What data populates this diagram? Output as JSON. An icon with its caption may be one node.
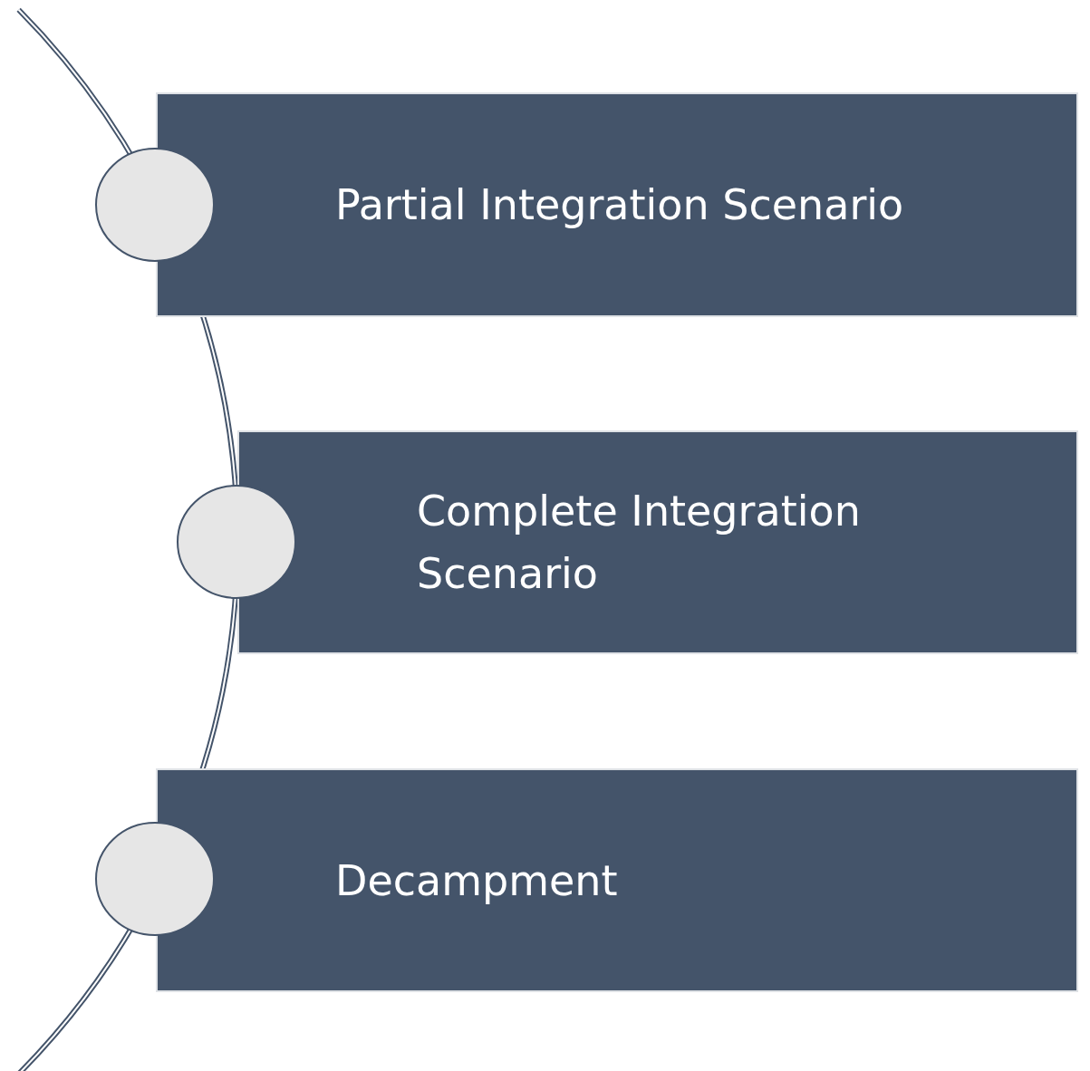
{
  "diagram": {
    "nodes": [
      {
        "text": [
          "Partial Integration Scenario"
        ]
      },
      {
        "text": [
          "Complete Integration Scenario"
        ]
      },
      {
        "text": [
          "Decampment"
        ]
      },
      {
        "text": [],
        "shape": "circle"
      },
      {
        "text": [],
        "shape": "circle"
      },
      {
        "text": [],
        "shape": "circle"
      }
    ]
  }
}
